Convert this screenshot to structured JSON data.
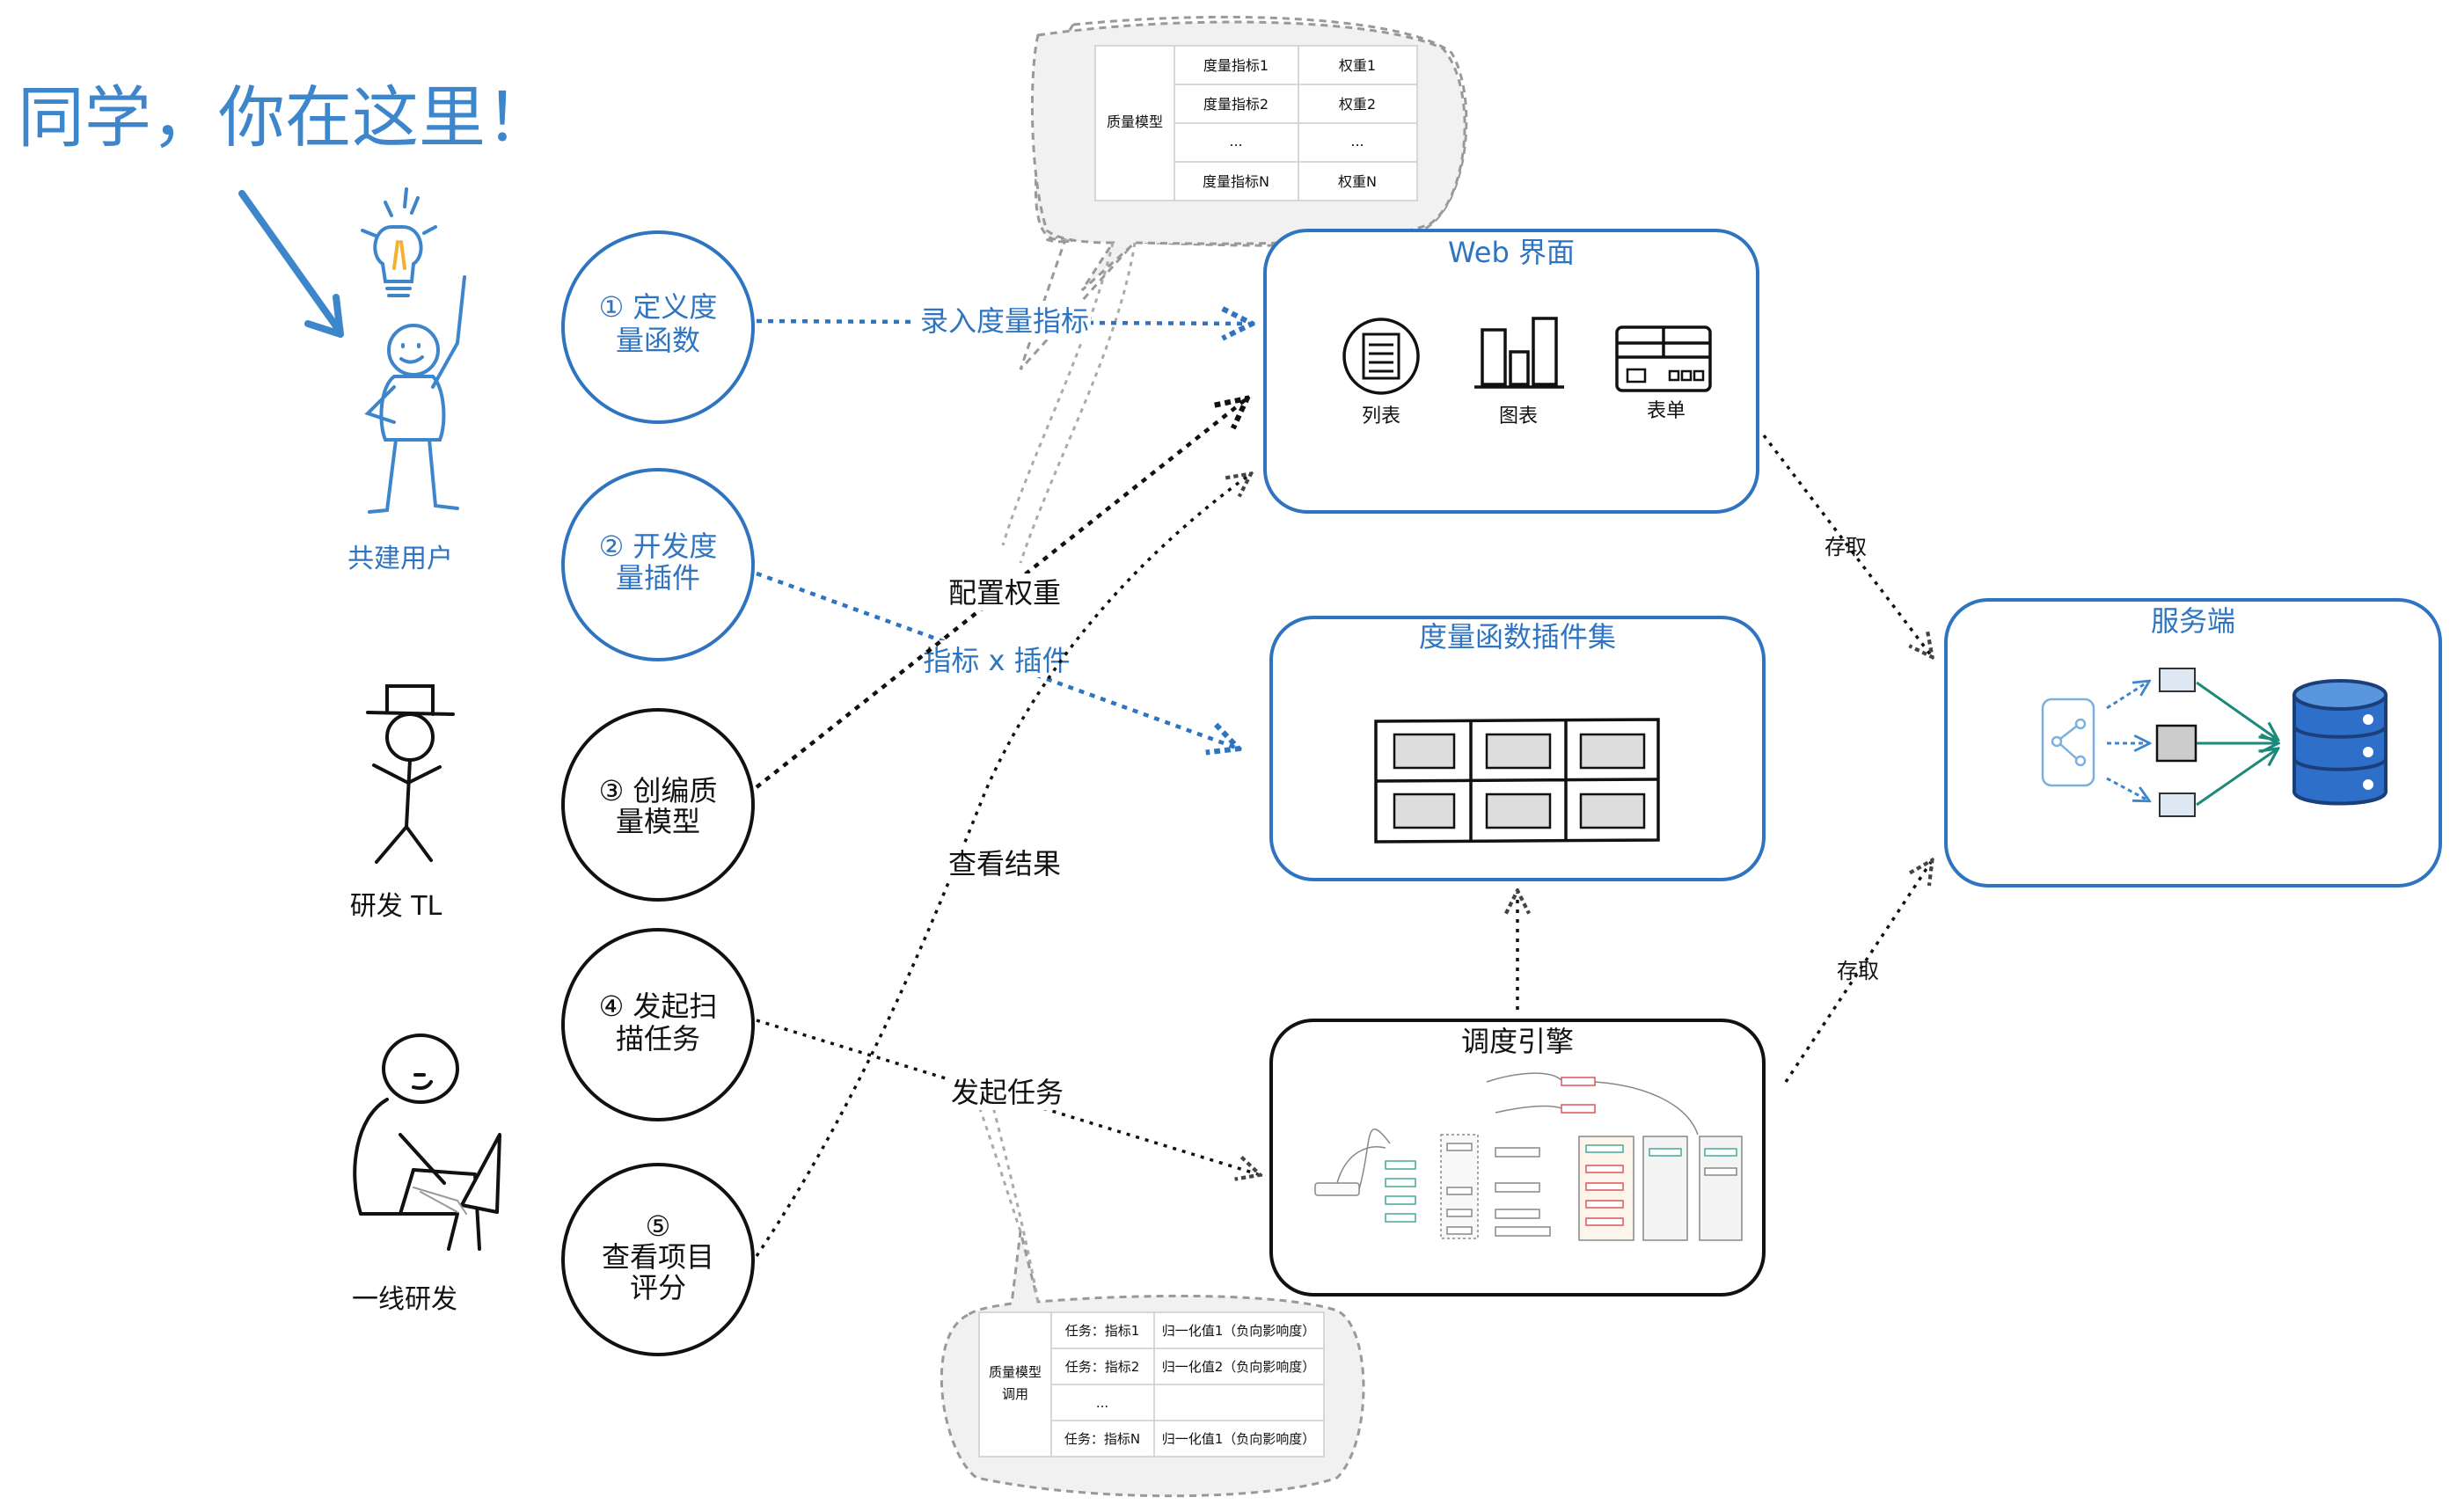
{
  "colors": {
    "blue": "#2e74c0",
    "black": "#111111",
    "gray": "#888888",
    "light_blue": "#3d86cc"
  },
  "annotation": {
    "text": "同学，你在这里！"
  },
  "actors": [
    {
      "label": "共建用户",
      "icon": "lightbulb-stick-figure-icon"
    },
    {
      "label": "研发 TL",
      "icon": "hat-stick-figure-icon"
    },
    {
      "label": "一线研发",
      "icon": "laptop-stick-figure-icon"
    }
  ],
  "steps": [
    {
      "line1": "① 定义度",
      "line2": "量函数"
    },
    {
      "line1": "② 开发度",
      "line2": "量插件"
    },
    {
      "line1": "③ 创编质",
      "line2": "量模型"
    },
    {
      "line1": "④ 发起扫",
      "line2": "描任务"
    },
    {
      "line1": "⑤",
      "line2": "查看项目",
      "line3": "评分"
    }
  ],
  "edges": {
    "record_metric": "录入度量指标",
    "config_weight": "配置权重",
    "metric_x_plugin": "指标 x 插件",
    "view_result": "查看结果",
    "start_task": "发起任务",
    "store1": "存取",
    "store2": "存取"
  },
  "web_ui": {
    "title": "Web 界面",
    "items": [
      {
        "label": "列表",
        "icon": "list-icon"
      },
      {
        "label": "图表",
        "icon": "bar-chart-icon"
      },
      {
        "label": "表单",
        "icon": "form-icon"
      }
    ]
  },
  "plugin_set": {
    "title": "度量函数插件集"
  },
  "scheduler": {
    "title": "调度引擎"
  },
  "server": {
    "title": "服务端"
  },
  "quality_model_table": {
    "row_header": "质量模型",
    "rows": [
      [
        "度量指标1",
        "权重1"
      ],
      [
        "度量指标2",
        "权重2"
      ],
      [
        "...",
        "..."
      ],
      [
        "度量指标N",
        "权重N"
      ]
    ]
  },
  "invoke_table": {
    "row_header_line1": "质量模型",
    "row_header_line2": "调用",
    "rows": [
      [
        "任务：指标1",
        "归一化值1（负向影响度）"
      ],
      [
        "任务：指标2",
        "归一化值2（负向影响度）"
      ],
      [
        "...",
        ""
      ],
      [
        "任务：指标N",
        "归一化值1（负向影响度）"
      ]
    ]
  }
}
